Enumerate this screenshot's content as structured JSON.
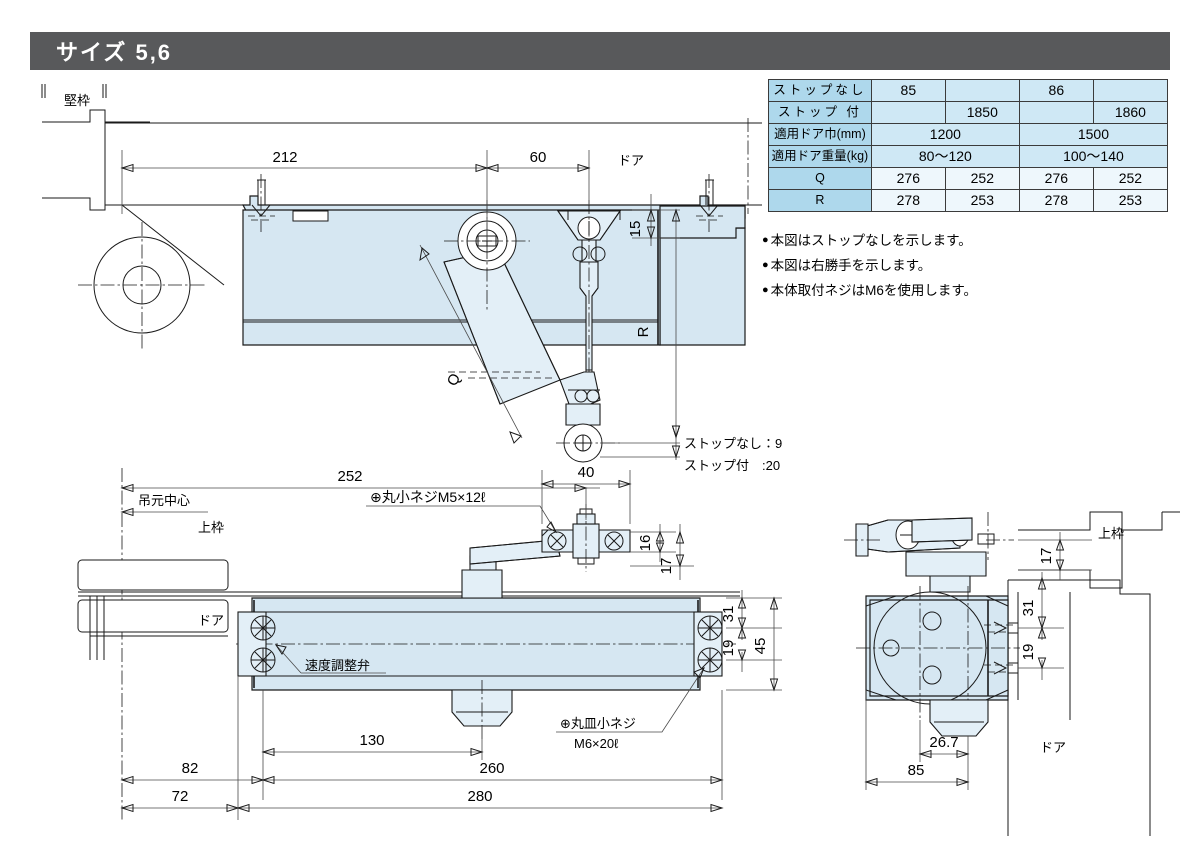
{
  "header": {
    "title": "サイズ 5,6"
  },
  "spec_table": {
    "rows": [
      {
        "label": "ストップなし",
        "cells": [
          "85",
          "",
          "86",
          ""
        ],
        "style": "val"
      },
      {
        "label": "ストップ 付",
        "cells": [
          "",
          "1850",
          "",
          "1860"
        ],
        "style": "val"
      },
      {
        "label": "適用ドア巾(mm)",
        "cells": [
          "1200",
          "1500"
        ],
        "span": 2,
        "style": "val"
      },
      {
        "label": "適用ドア重量(kg)",
        "cells": [
          "80〜120",
          "100〜140"
        ],
        "span": 2,
        "style": "val"
      },
      {
        "label": "Q",
        "cells": [
          "276",
          "252",
          "276",
          "252"
        ],
        "style": "val-lite"
      },
      {
        "label": "R",
        "cells": [
          "278",
          "253",
          "278",
          "253"
        ],
        "style": "val-lite"
      }
    ]
  },
  "notes": [
    "本図はストップなしを示します。",
    "本図は右勝手を示します。",
    "本体取付ネジはM6を使用します。"
  ],
  "plan_view": {
    "labels": {
      "jamb": "堅枠",
      "door": "ドア",
      "dim_212": "212",
      "dim_60": "60",
      "dim_15": "15",
      "dim_R": "R",
      "dim_Q": "Q",
      "dim_40": "40",
      "note_nostop": "ストップなし：9",
      "note_stop": "ストップ付　:20"
    }
  },
  "elevation_view": {
    "labels": {
      "dim_252": "252",
      "hinge_center": "吊元中心",
      "head_frame": "上枠",
      "door": "ドア",
      "screw_m5": "⊕丸小ネジM5×12ℓ",
      "dim_40": "40",
      "dim_16": "16",
      "dim_17": "17",
      "speed_valve": "速度調整弁",
      "screw_m6_l1": "⊕丸皿小ネジ",
      "screw_m6_l2": "M6×20ℓ",
      "dim_31": "31",
      "dim_19": "19",
      "dim_45": "45",
      "dim_130": "130",
      "dim_82": "82",
      "dim_260": "260",
      "dim_72": "72",
      "dim_280": "280"
    }
  },
  "side_view": {
    "labels": {
      "head_frame": "上枠",
      "door": "ドア",
      "dim_17": "17",
      "dim_31": "31",
      "dim_19": "19",
      "dim_26_7": "26.7",
      "dim_85": "85"
    }
  },
  "colors": {
    "title_bar": "#58595b",
    "table_label": "#aed8ec",
    "table_value": "#cfe8f5",
    "table_value_light": "#eef7fc",
    "part_fill": "#d6e7f2",
    "line": "#1a1a1a"
  }
}
